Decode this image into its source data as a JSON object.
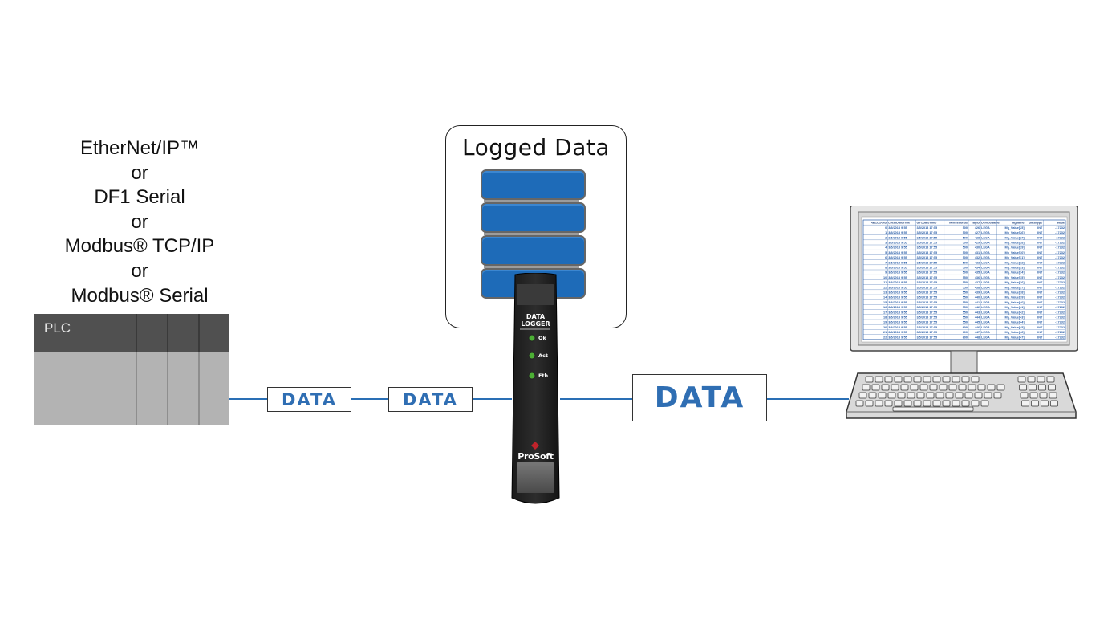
{
  "protocols": [
    "EtherNet/IP™",
    "or",
    "DF1 Serial",
    "or",
    "Modbus® TCP/IP",
    "or",
    "Modbus® Serial"
  ],
  "plc": {
    "label": "PLC"
  },
  "data_boxes": [
    "DATA",
    "DATA",
    "DATA"
  ],
  "logged_data": {
    "title": "Logged Data"
  },
  "logger": {
    "label_line1": "DATA",
    "label_line2": "LOGGER",
    "leds": [
      "Ok",
      "Act",
      "Eth"
    ],
    "brand": "ProSoft"
  },
  "colors": {
    "wire": "#2a6fb5",
    "data_text": "#2f6eb3",
    "disk": "#1e6bb8",
    "led": "#4caf35"
  },
  "spreadsheet": {
    "headers": [
      "RECLOGID",
      "LocalDateTime",
      "UTCDateTime",
      "Milliseconds",
      "TagID",
      "DeviceName",
      "Tagname",
      "DataType",
      "Value"
    ],
    "rows": [
      [
        "0",
        "3/5/2018 9:55",
        "3/5/2018 17:55",
        "500",
        "426",
        "LEGA",
        "My_Value[25]",
        "INT",
        "-17232"
      ],
      [
        "1",
        "3/5/2018 9:55",
        "3/5/2018 17:55",
        "500",
        "427",
        "LEGA",
        "My_Value[26]",
        "INT",
        "-17232"
      ],
      [
        "2",
        "3/5/2018 9:55",
        "3/5/2018 17:55",
        "500",
        "428",
        "LEGA",
        "My_Value[27]",
        "INT",
        "-17232"
      ],
      [
        "3",
        "3/5/2018 9:55",
        "3/5/2018 17:55",
        "500",
        "429",
        "LEGA",
        "My_Value[28]",
        "INT",
        "-17232"
      ],
      [
        "4",
        "3/5/2018 9:55",
        "3/5/2018 17:55",
        "500",
        "430",
        "LEGA",
        "My_Value[29]",
        "INT",
        "-17232"
      ],
      [
        "5",
        "3/5/2018 9:55",
        "3/5/2018 17:55",
        "500",
        "431",
        "LEGA",
        "My_Value[30]",
        "INT",
        "-17232"
      ],
      [
        "6",
        "3/5/2018 9:55",
        "3/5/2018 17:55",
        "500",
        "432",
        "LEGA",
        "My_Value[31]",
        "INT",
        "-17232"
      ],
      [
        "7",
        "3/5/2018 9:55",
        "3/5/2018 17:55",
        "500",
        "433",
        "LEGA",
        "My_Value[32]",
        "INT",
        "-17232"
      ],
      [
        "8",
        "3/5/2018 9:55",
        "3/5/2018 17:55",
        "500",
        "434",
        "LEGA",
        "My_Value[33]",
        "INT",
        "-17232"
      ],
      [
        "9",
        "3/5/2018 9:55",
        "3/5/2018 17:55",
        "500",
        "435",
        "LEGA",
        "My_Value[34]",
        "INT",
        "-17232"
      ],
      [
        "10",
        "3/5/2018 9:55",
        "3/5/2018 17:55",
        "550",
        "436",
        "LEGA",
        "My_Value[35]",
        "INT",
        "-17232"
      ],
      [
        "11",
        "3/5/2018 9:55",
        "3/5/2018 17:55",
        "550",
        "437",
        "LEGA",
        "My_Value[36]",
        "INT",
        "-17232"
      ],
      [
        "12",
        "3/5/2018 9:55",
        "3/5/2018 17:55",
        "550",
        "438",
        "LEGA",
        "My_Value[37]",
        "INT",
        "-17232"
      ],
      [
        "13",
        "3/5/2018 9:55",
        "3/5/2018 17:55",
        "550",
        "439",
        "LEGA",
        "My_Value[38]",
        "INT",
        "-17232"
      ],
      [
        "14",
        "3/5/2018 9:55",
        "3/5/2018 17:55",
        "550",
        "440",
        "LEGA",
        "My_Value[39]",
        "INT",
        "-17232"
      ],
      [
        "15",
        "3/5/2018 9:55",
        "3/5/2018 17:55",
        "550",
        "441",
        "LEGA",
        "My_Value[40]",
        "INT",
        "-17232"
      ],
      [
        "16",
        "3/5/2018 9:55",
        "3/5/2018 17:55",
        "550",
        "442",
        "LEGA",
        "My_Value[41]",
        "INT",
        "-17232"
      ],
      [
        "17",
        "3/5/2018 9:55",
        "3/5/2018 17:55",
        "550",
        "443",
        "LEGA",
        "My_Value[42]",
        "INT",
        "-17232"
      ],
      [
        "18",
        "3/5/2018 9:55",
        "3/5/2018 17:55",
        "550",
        "444",
        "LEGA",
        "My_Value[43]",
        "INT",
        "-17232"
      ],
      [
        "19",
        "3/5/2018 9:55",
        "3/5/2018 17:55",
        "550",
        "445",
        "LEGA",
        "My_Value[44]",
        "INT",
        "-17232"
      ],
      [
        "20",
        "3/5/2018 9:55",
        "3/5/2018 17:55",
        "600",
        "446",
        "LEGA",
        "My_Value[45]",
        "INT",
        "-17232"
      ],
      [
        "21",
        "3/5/2018 9:55",
        "3/5/2018 17:55",
        "600",
        "447",
        "LEGA",
        "My_Value[46]",
        "INT",
        "-17232"
      ],
      [
        "22",
        "3/5/2018 9:55",
        "3/5/2018 17:55",
        "600",
        "448",
        "LEGA",
        "My_Value[47]",
        "INT",
        "-17232"
      ]
    ]
  }
}
